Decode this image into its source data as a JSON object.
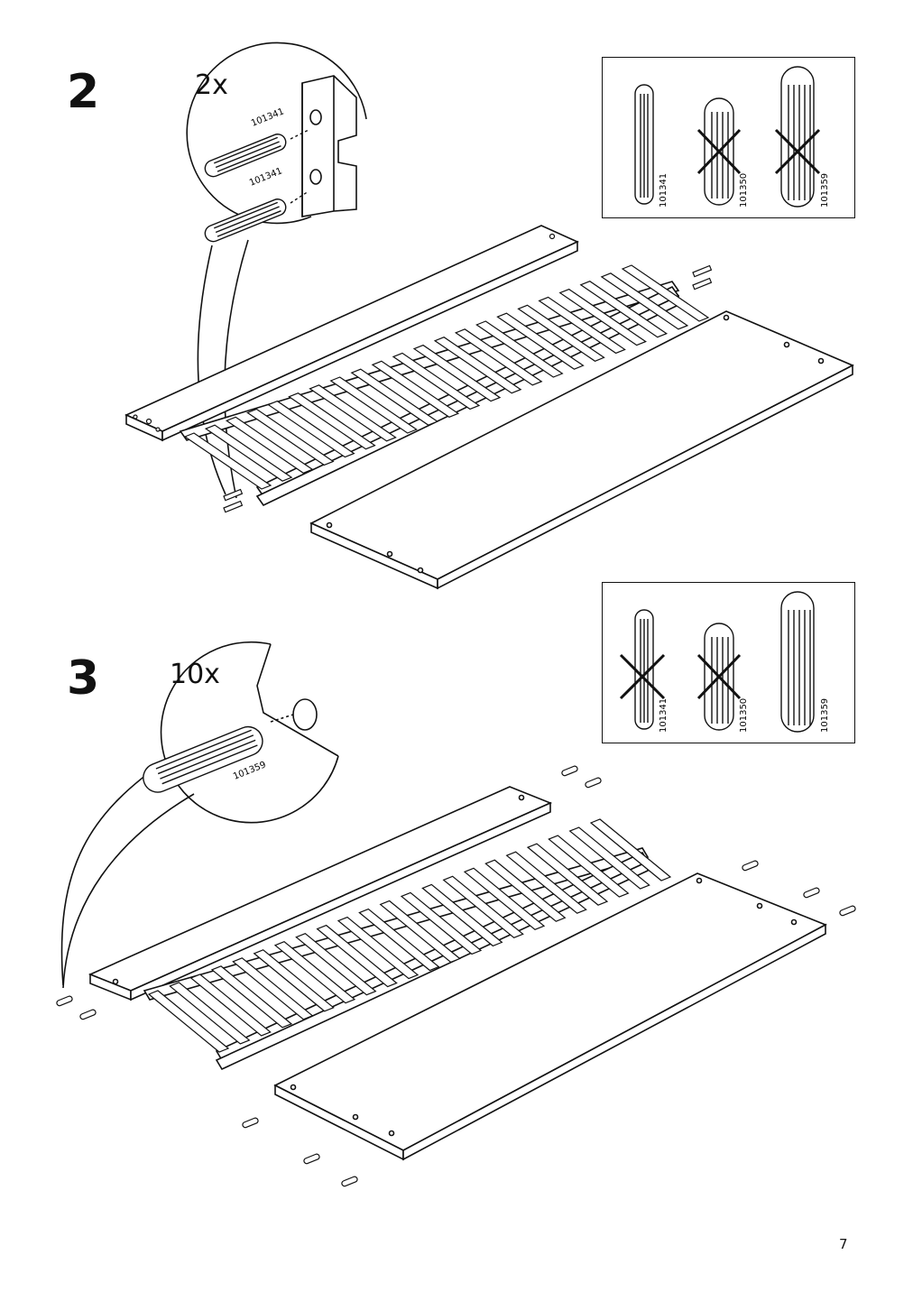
{
  "page_number": "7",
  "steps": [
    {
      "number": "2",
      "quantity": "2x",
      "callout_labels": [
        "101341",
        "101341"
      ],
      "legend": {
        "items": [
          {
            "code": "101341",
            "allowed": true,
            "icon": "dowel-small-icon"
          },
          {
            "code": "101350",
            "allowed": false,
            "icon": "dowel-medium-icon"
          },
          {
            "code": "101359",
            "allowed": false,
            "icon": "dowel-large-icon"
          }
        ]
      }
    },
    {
      "number": "3",
      "quantity": "10x",
      "callout_labels": [
        "101359"
      ],
      "legend": {
        "items": [
          {
            "code": "101341",
            "allowed": false,
            "icon": "dowel-small-icon"
          },
          {
            "code": "101350",
            "allowed": false,
            "icon": "dowel-medium-icon"
          },
          {
            "code": "101359",
            "allowed": true,
            "icon": "dowel-large-icon"
          }
        ]
      }
    }
  ]
}
